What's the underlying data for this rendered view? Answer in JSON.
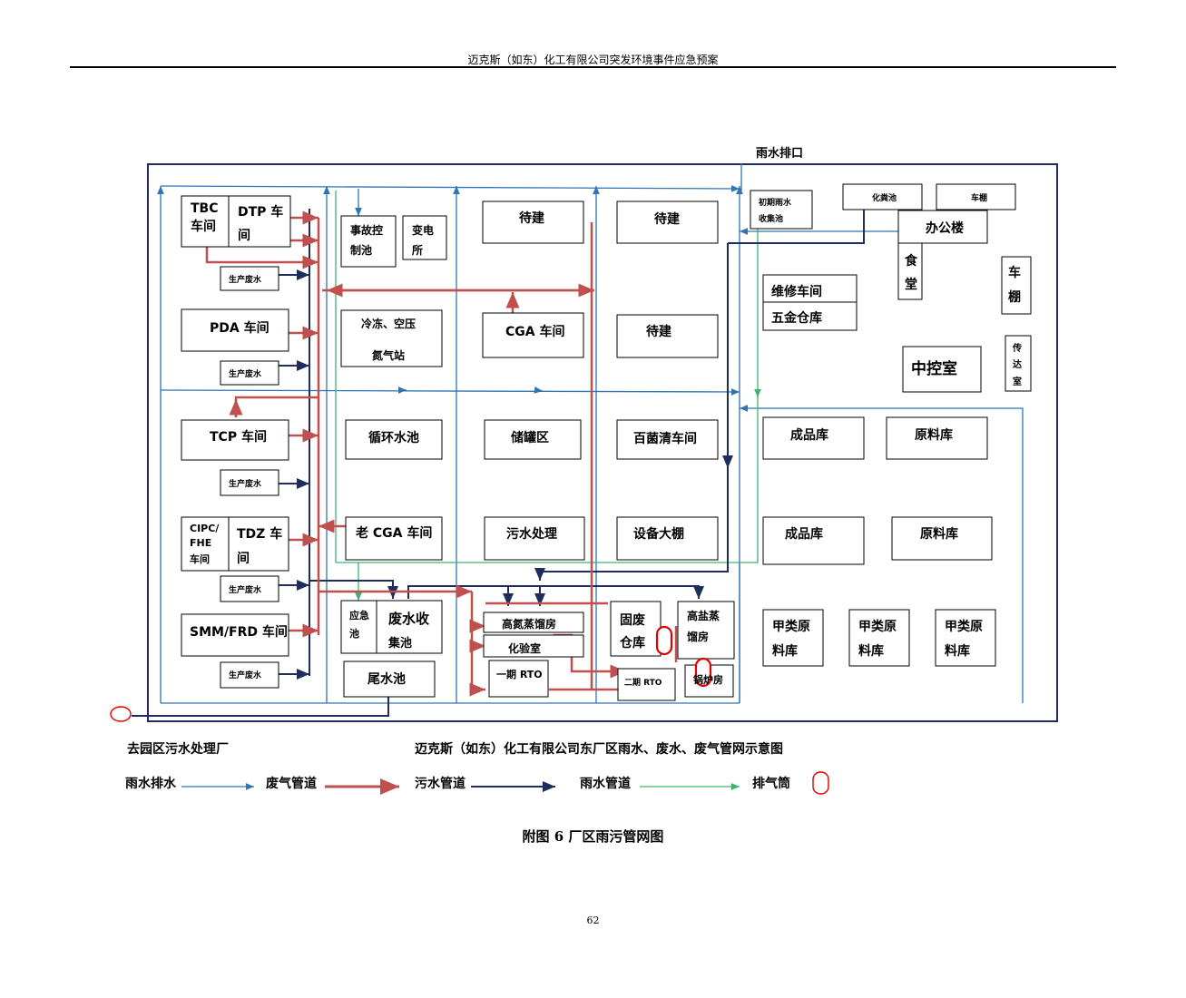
{
  "header": {
    "title": "迈克斯（如东）化工有限公司突发环境事件应急预案"
  },
  "rain_outlet": "雨水排口",
  "buildings": {
    "tbc": "TBC",
    "tbc2": "车间",
    "dtp1": "DTP 车",
    "dtp2": "间",
    "waste1": "生产废水",
    "waste2": "生产废水",
    "waste3": "生产废水",
    "waste4": "生产废水",
    "waste5": "生产废水",
    "pda": "PDA 车间",
    "tcp": "TCP 车间",
    "cipc1": "CIPC/",
    "cipc2": "FHE",
    "cipc3": "车间",
    "tdz1": "TDZ 车",
    "tdz2": "间",
    "smm": "SMM/FRD 车间",
    "acc1": "事故控",
    "acc2": "制池",
    "sub1": "变电",
    "sub2": "所",
    "freeze1": "冷冻、空压",
    "freeze2": "氮气站",
    "cool": "循环水池",
    "oldcga": "老 CGA 车间",
    "emer1": "应急",
    "emer2": "池",
    "coll1": "废水收",
    "coll2": "集池",
    "tail": "尾水池",
    "tbd1": "待建",
    "tbd2": "待建",
    "tbd3": "待建",
    "cga": "CGA 车间",
    "tank": "储罐区",
    "sewage": "污水处理",
    "bactericide": "百菌清车间",
    "equip": "设备大棚",
    "hn_distill": "高氮蒸馏房",
    "lab": "化验室",
    "rto1": "一期 RTO",
    "solid1": "固废",
    "solid2": "仓库",
    "rto2": "二期 RTO",
    "hs1": "高盐蒸",
    "hs2": "馏房",
    "boiler": "锅炉房",
    "initrain1": "初期雨水",
    "initrain2": "收集池",
    "septic": "化粪池",
    "shed_top": "车棚",
    "office": "办公楼",
    "canteen1": "食",
    "canteen2": "堂",
    "shed1": "车",
    "shed2": "棚",
    "repair": "维修车间",
    "hardware": "五金仓库",
    "control": "中控室",
    "guard1": "传",
    "guard2": "达",
    "guard3": "室",
    "product1": "成品库",
    "raw1": "原料库",
    "product2": "成品库",
    "raw2": "原料库",
    "clsA1a": "甲类原",
    "clsA1b": "料库",
    "clsA2a": "甲类原",
    "clsA2b": "料库",
    "clsA3a": "甲类原",
    "clsA3b": "料库"
  },
  "legend": {
    "park_plant": "去园区污水处理厂",
    "diagram_title": "迈克斯（如东）化工有限公司东厂区雨水、废水、废气管网示意图",
    "rain_drain": "雨水排水",
    "waste_gas": "废气管道",
    "sewage_pipe": "污水管道",
    "rain_pipe": "雨水管道",
    "stack": "排气筒"
  },
  "colors": {
    "rain": "#2e75b6",
    "gas": "#c0504d",
    "sewage": "#1f2d5c",
    "rainpipe": "#3cb371",
    "border": "#1f2d5c"
  },
  "caption": "附图 6  厂区雨污管网图",
  "page_number": "62"
}
